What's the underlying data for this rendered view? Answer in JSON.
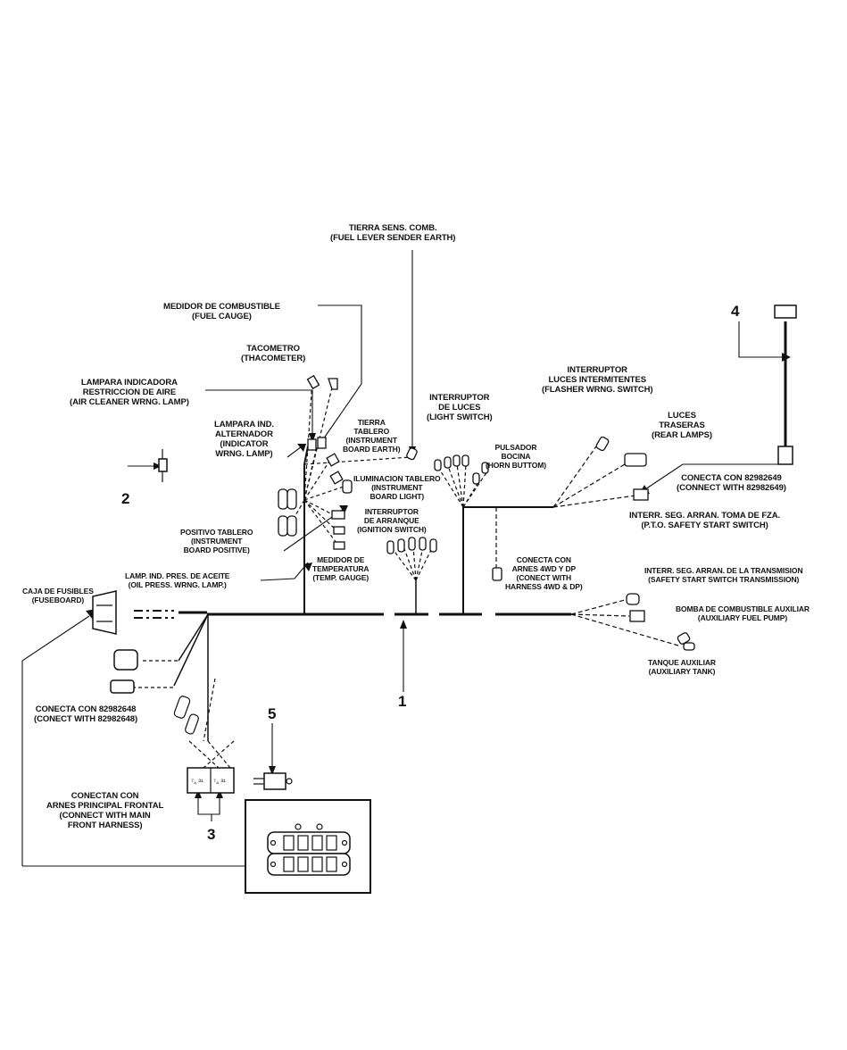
{
  "labels": {
    "fuel_sender_earth": [
      "TIERRA SENS. COMB.",
      "(FUEL LEVER SENDER EARTH)"
    ],
    "fuel_gauge": [
      "MEDIDOR DE COMBUSTIBLE",
      "(FUEL CAUGE)"
    ],
    "tachometer": [
      "TACOMETRO",
      "(THACOMETER)"
    ],
    "air_cleaner_lamp": [
      "LAMPARA INDICADORA",
      "RESTRICCION DE AIRE",
      "(AIR CLEANER WRNG. LAMP)"
    ],
    "alternator_lamp": [
      "LAMPARA IND.",
      "ALTERNADOR",
      "(INDICATOR",
      "WRNG. LAMP)"
    ],
    "instrument_board_earth": [
      "TIERRA",
      "TABLERO",
      "(INSTRUMENT",
      "BOARD EARTH)"
    ],
    "light_switch": [
      "INTERRUPTOR",
      "DE LUCES",
      "(LIGHT SWITCH)"
    ],
    "flasher_switch": [
      "INTERRUPTOR",
      "LUCES INTERMITENTES",
      "(FLASHER WRNG. SWITCH)"
    ],
    "rear_lamps": [
      "LUCES",
      "TRASERAS",
      "(REAR LAMPS)"
    ],
    "horn_button": [
      "PULSADOR",
      "BOCINA",
      "(HORN BUTTOM)"
    ],
    "instrument_board_light": [
      "ILUMINACION TABLERO",
      "(INSTRUMENT",
      "BOARD LIGHT)"
    ],
    "connect_82982649": [
      "CONECTA CON 82982649",
      "(CONNECT WITH 82982649)"
    ],
    "pto_safety": [
      "INTERR. SEG. ARRAN. TOMA DE FZA.",
      "(P.T.O. SAFETY START SWITCH)"
    ],
    "ignition_switch": [
      "INTERRUPTOR",
      "DE ARRANQUE",
      "(IGNITION SWITCH)"
    ],
    "instrument_board_positive": [
      "POSITIVO TABLERO",
      "(INSTRUMENT",
      "BOARD POSITIVE)"
    ],
    "temp_gauge": [
      "MEDIDOR DE",
      "TEMPERATURA",
      "(TEMP. GAUGE)"
    ],
    "harness_4wd": [
      "CONECTA CON",
      "ARNES 4WD Y DP",
      "(CONECT WITH",
      "HARNESS 4WD & DP)"
    ],
    "transmission_safety": [
      "INTERR. SEG. ARRAN. DE LA TRANSMISION",
      "(SAFETY START SWITCH TRANSMISSION)"
    ],
    "oil_press_lamp": [
      "LAMP. IND. PRES. DE ACEITE",
      "(OIL PRESS. WRNG. LAMP.)"
    ],
    "fuseboard": [
      "CAJA DE FUSIBLES",
      "(FUSEBOARD)"
    ],
    "aux_fuel_pump": [
      "BOMBA DE COMBUSTIBLE AUXILIAR",
      "(AUXILIARY FUEL PUMP)"
    ],
    "aux_tank": [
      "TANQUE AUXILIAR",
      "(AUXILIARY TANK)"
    ],
    "connect_82982648": [
      "CONECTA CON 82982648",
      "(CONECT WITH 82982648)"
    ],
    "main_front_harness": [
      "CONECTAN CON",
      "ARNES PRINCIPAL FRONTAL",
      "(CONNECT WITH MAIN",
      "FRONT HARNESS)"
    ]
  },
  "callouts": {
    "n1": "1",
    "n2": "2",
    "n3": "3",
    "n4": "4",
    "n5": "5"
  },
  "colors": {
    "ink": "#111111",
    "paper": "#ffffff"
  }
}
